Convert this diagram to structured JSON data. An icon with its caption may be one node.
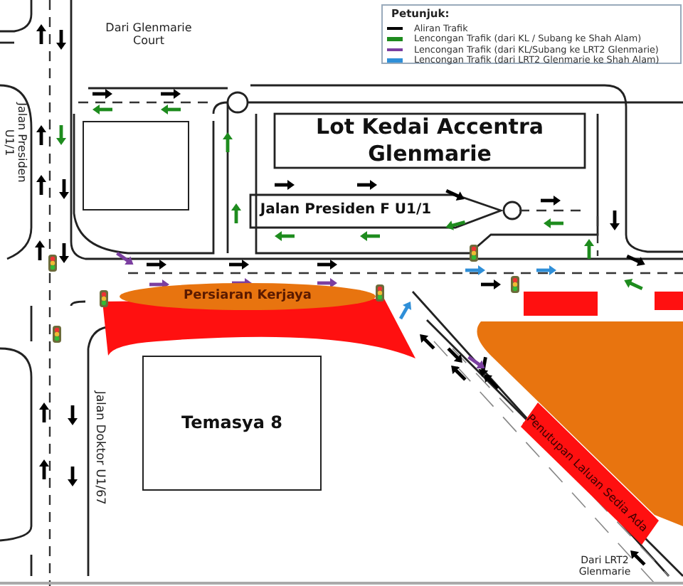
{
  "diagram": {
    "nodes": [
      {
        "text": [
          "Lot Kedai Accentra Glenmarie"
        ]
      },
      {
        "text": [],
        "shape": "box"
      },
      {
        "text": [
          "Jalan Presiden F U1/1"
        ]
      },
      {
        "text": [
          "Persiaran Kerjaya"
        ]
      },
      {
        "text": [
          "Temasya 8"
        ]
      },
      {
        "text": [
          "Penutupan Laluan Sedia Ada"
        ]
      }
    ],
    "edges": [],
    "labels": [
      "Petunjuk:",
      "Dari Glenmarie Court",
      "Jalan Presiden U1/1",
      "Jalan Doktor U1/67",
      "Dari LRT2 Glenmarie"
    ],
    "legend": [
      {
        "text": "Aliran Trafik",
        "color": "#000000"
      },
      {
        "text": "Lencongan Trafik (dari KL / Subang ke Shah Alam)",
        "color": "#1e8c1e"
      },
      {
        "text": "Lencongan Trafik (dari KL/Subang ke LRT2 Glenmarie)",
        "color": "#7b3fa0"
      },
      {
        "text": "Lencongan Trafik (dari LRT2 Glenmarie ke Shah Alam)",
        "color": "#2f8fd8"
      }
    ]
  }
}
